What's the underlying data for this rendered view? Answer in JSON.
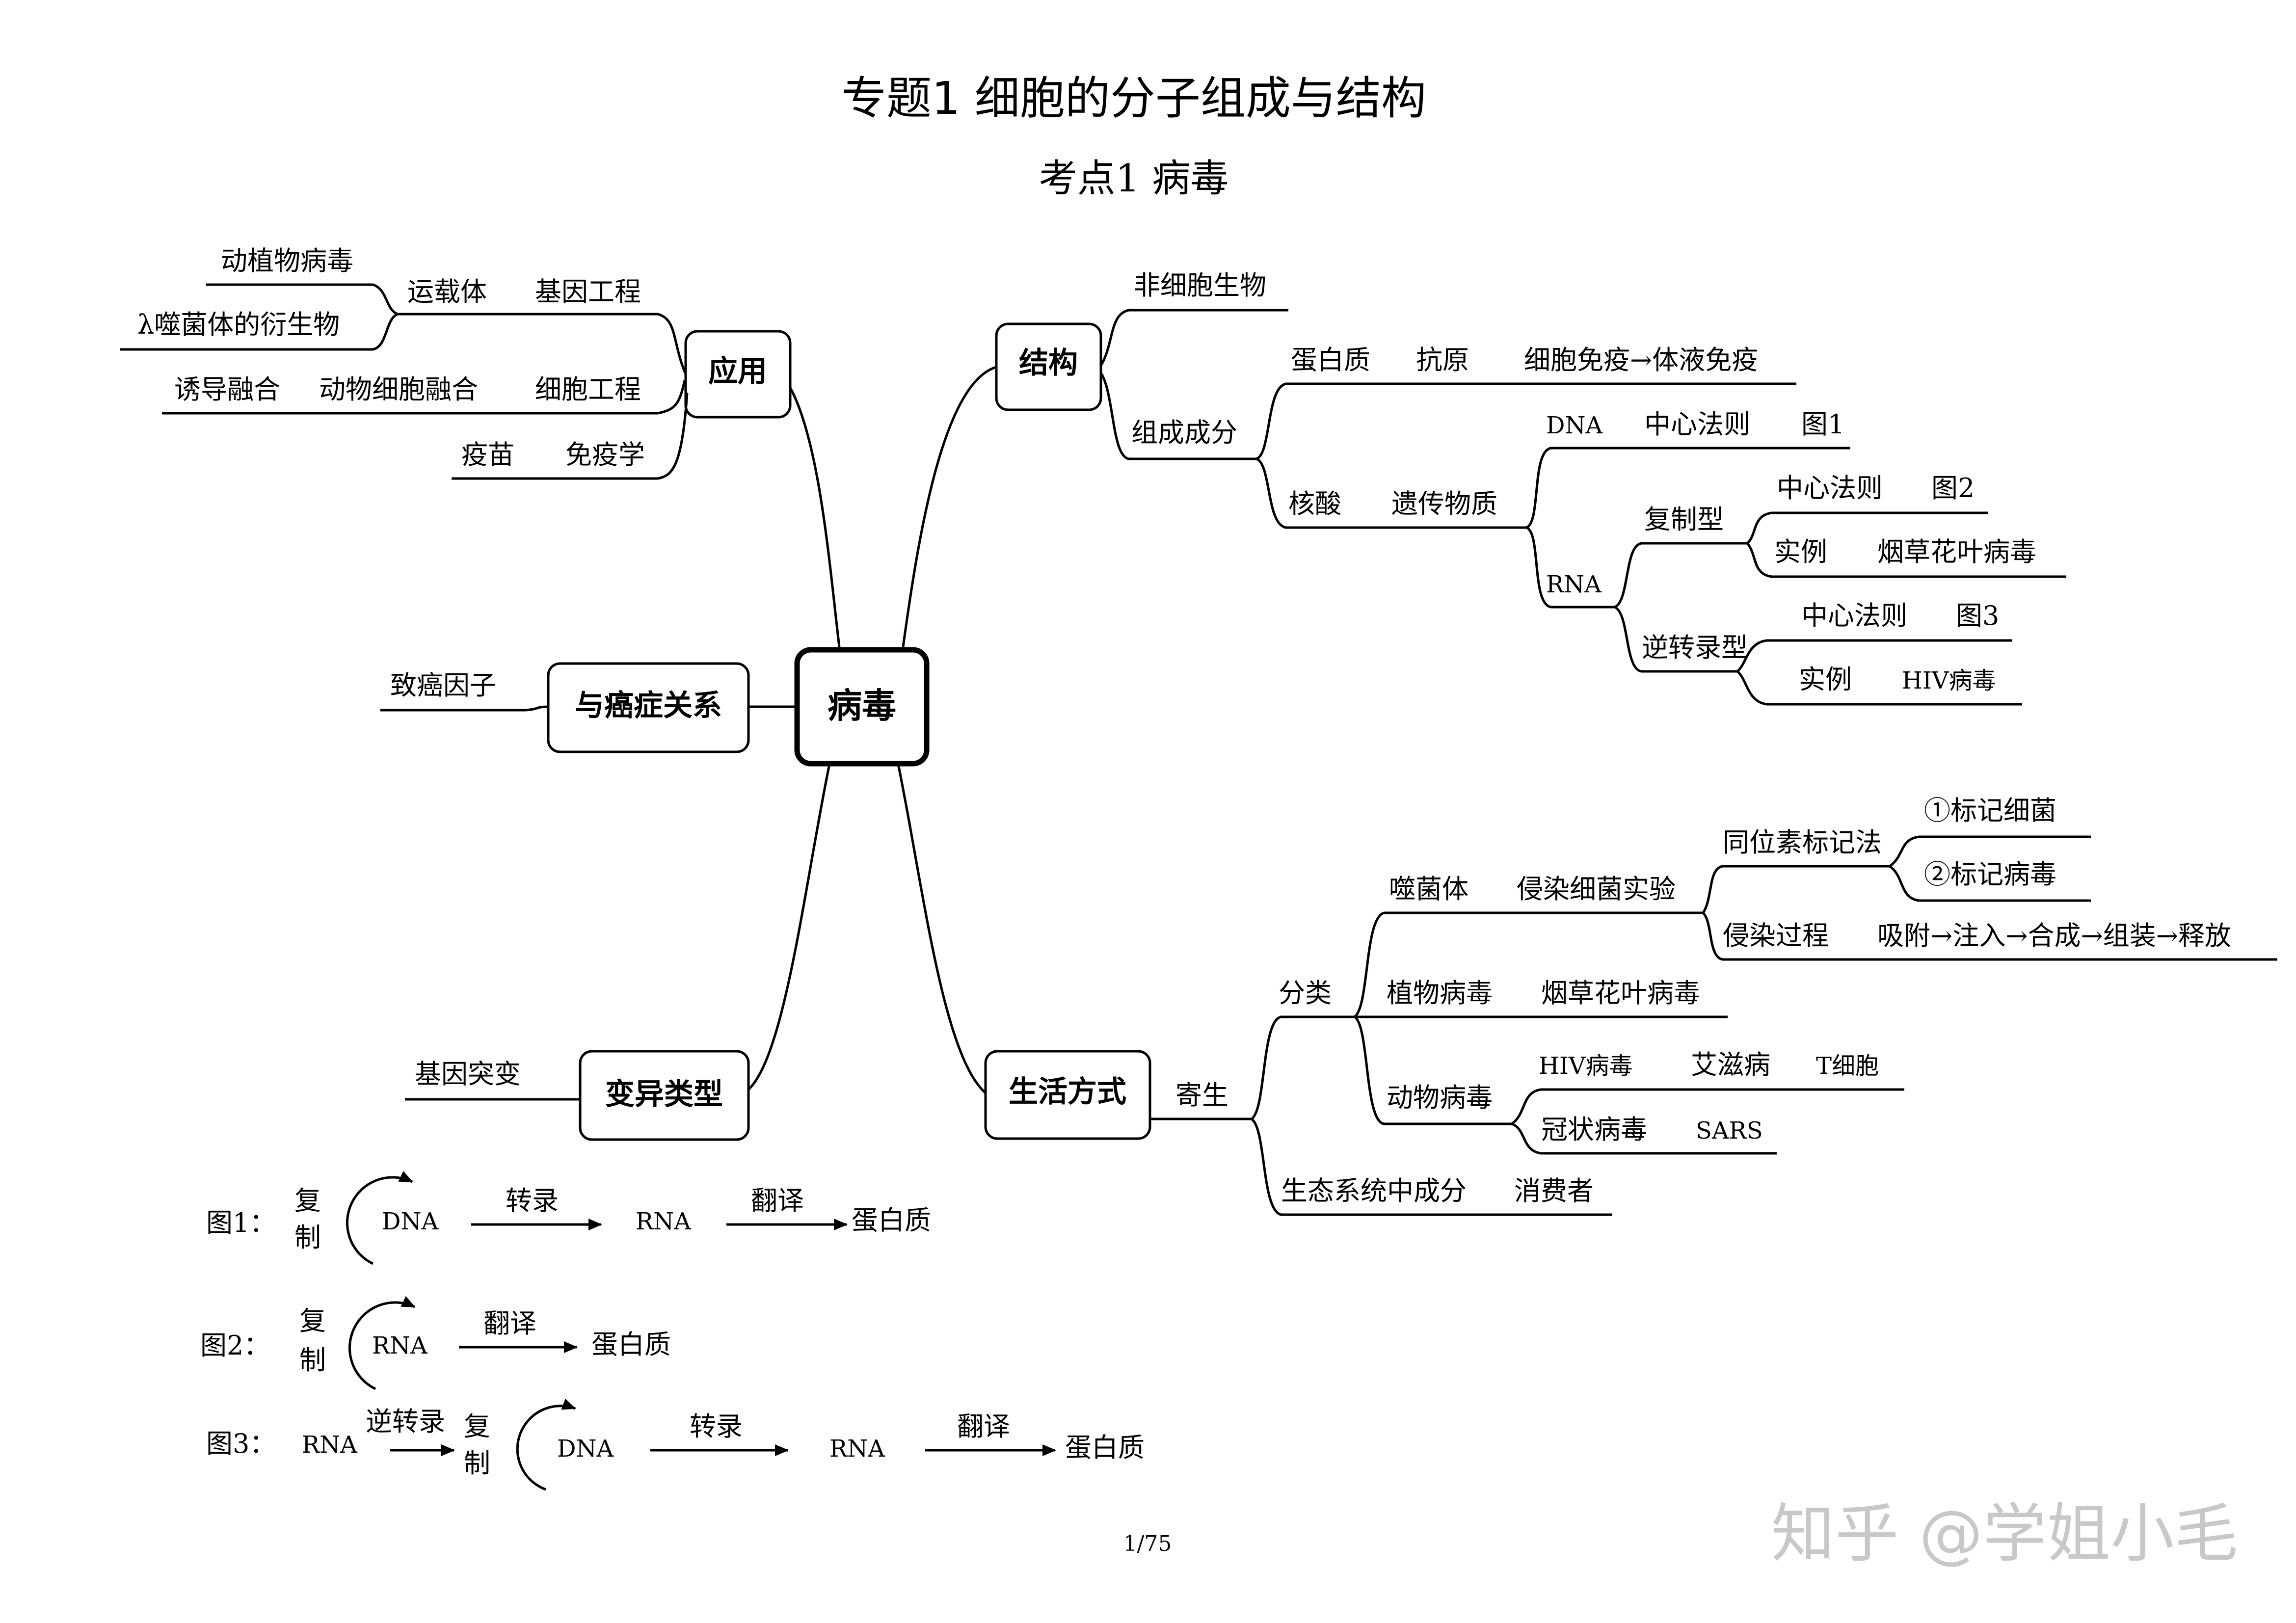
{
  "title": "专题1  细胞的分子组成与结构",
  "subtitle": "考点1  病毒",
  "center": "病毒",
  "nodes": {
    "yingyong": "应用",
    "jiegou": "结构",
    "aizheng": "与癌症关系",
    "bianyi": "变异类型",
    "shenghuo": "生活方式"
  },
  "yingyong": {
    "dongzhiwu": "动植物病毒",
    "yunzaiti": "运载体",
    "jiyingongcheng": "基因工程",
    "lambda": "λ噬菌体的衍生物",
    "youdao": "诱导融合",
    "dongwuronghe": "动物细胞融合",
    "xibaogongcheng": "细胞工程",
    "yimiao": "疫苗",
    "mianyixue": "免疫学"
  },
  "jiegou": {
    "feixibao": "非细胞生物",
    "zucheng": "组成成分",
    "danbai": "蛋白质",
    "kangyuan": "抗原",
    "mianyi": "细胞免疫→体液免疫",
    "hesuan": "核酸",
    "yichuan": "遗传物质",
    "dna": "DNA",
    "zhongxin1": "中心法则",
    "tu1": "图1",
    "rna": "RNA",
    "fuzhixing": "复制型",
    "zhongxin2": "中心法则",
    "tu2": "图2",
    "shili1": "实例",
    "yancao1": "烟草花叶病毒",
    "nizhuan": "逆转录型",
    "zhongxin3": "中心法则",
    "tu3": "图3",
    "shili2": "实例",
    "hiv1": "HIV病毒"
  },
  "aizheng": {
    "zhiai": "致癌因子"
  },
  "bianyi": {
    "tubian": "基因突变"
  },
  "shenghuo": {
    "jisheng": "寄生",
    "fenlei": "分类",
    "shijunti": "噬菌体",
    "qinran": "侵染细菌实验",
    "tongwei": "同位素标记法",
    "biaoji1": "①标记细菌",
    "biaoji2": "②标记病毒",
    "qinranguocheng": "侵染过程",
    "guocheng": "吸附→注入→合成→组装→释放",
    "zhiwubingdu": "植物病毒",
    "yancao2": "烟草花叶病毒",
    "dongwubingdu": "动物病毒",
    "hiv2": "HIV病毒",
    "aizibing": "艾滋病",
    "txibao": "T细胞",
    "guanzhuang": "冠状病毒",
    "sars": "SARS",
    "shengtai": "生态系统中成分",
    "xiaofeizhe": "消费者"
  },
  "figures": {
    "f1": {
      "label": "图1：",
      "fu": "复",
      "zhi": "制",
      "src": "DNA",
      "op1": "转录",
      "mid": "RNA",
      "op2": "翻译",
      "end": "蛋白质"
    },
    "f2": {
      "label": "图2：",
      "fu": "复",
      "zhi": "制",
      "src": "RNA",
      "op1": "翻译",
      "end": "蛋白质"
    },
    "f3": {
      "label": "图3：",
      "start": "RNA",
      "op0": "逆转录",
      "fu": "复",
      "zhi": "制",
      "src": "DNA",
      "op1": "转录",
      "mid": "RNA",
      "op2": "翻译",
      "end": "蛋白质"
    }
  },
  "page": "1/75",
  "watermark": "知乎 @学姐小毛"
}
